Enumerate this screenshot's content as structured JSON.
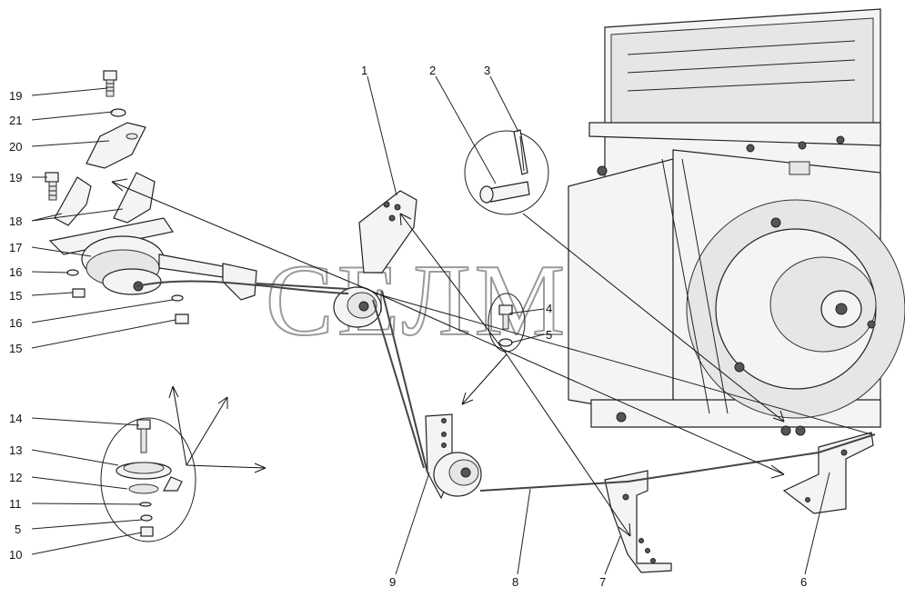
{
  "watermark": "СЕЛМ",
  "callouts": [
    {
      "id": "19a",
      "text": "19"
    },
    {
      "id": "21",
      "text": "21"
    },
    {
      "id": "20",
      "text": "20"
    },
    {
      "id": "19b",
      "text": "19"
    },
    {
      "id": "18",
      "text": "18"
    },
    {
      "id": "17",
      "text": "17"
    },
    {
      "id": "16a",
      "text": "16"
    },
    {
      "id": "15a",
      "text": "15"
    },
    {
      "id": "16b",
      "text": "16"
    },
    {
      "id": "15b",
      "text": "15"
    },
    {
      "id": "14",
      "text": "14"
    },
    {
      "id": "13",
      "text": "13"
    },
    {
      "id": "12",
      "text": "12"
    },
    {
      "id": "11",
      "text": "11"
    },
    {
      "id": "5a",
      "text": "5"
    },
    {
      "id": "10",
      "text": "10"
    },
    {
      "id": "1",
      "text": "1"
    },
    {
      "id": "2",
      "text": "2"
    },
    {
      "id": "3",
      "text": "3"
    },
    {
      "id": "4",
      "text": "4"
    },
    {
      "id": "5b",
      "text": "5"
    },
    {
      "id": "9",
      "text": "9"
    },
    {
      "id": "8",
      "text": "8"
    },
    {
      "id": "7",
      "text": "7"
    },
    {
      "id": "6",
      "text": "6"
    }
  ]
}
